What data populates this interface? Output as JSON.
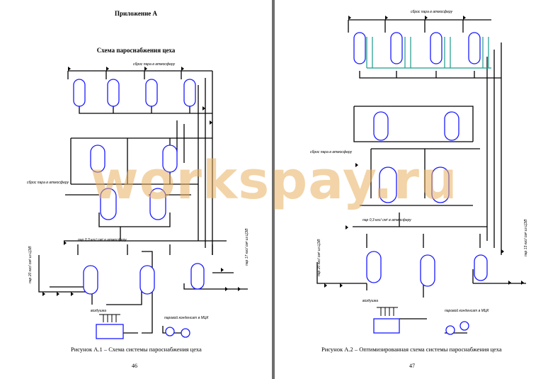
{
  "left_page": {
    "annex_title": "Приложение А",
    "schema_title": "Схема пароснабжения цеха",
    "label_steam_release_top": "сброс пара в атмосферу",
    "label_steam_release_side": "сброс пара в атмосферу",
    "label_steam_03": "пар 0,3 кгс/ см² в атмосферу",
    "label_steam_17": "пар 17 кгс/ см² из ЦЭВ",
    "label_steam_20": "пар 20 кгс/ см² из ЦЭВ",
    "label_air": "воздушка",
    "label_condensate": "паровой конденсат в МЦК",
    "caption": "Рисунок А.1 – Схема системы пароснабжения цеха",
    "page_number": "46"
  },
  "right_page": {
    "label_steam_release_top": "сброс пара в атмосферу",
    "label_steam_release_side": "сброс пара в атмосферу",
    "label_steam_03": "пар 0,3 кгс/ см² в атмосферу",
    "label_steam_20": "пар 20 кгс/ см² из ЦЭВ",
    "label_steam_13": "пар 13 кгс/ см² из ЦЭВ",
    "label_air": "воздушка",
    "label_condensate": "паровой конденсат в МЦК",
    "caption": "Рисунок А.2 – Оптимизированная схема системы пароснабжения цеха",
    "page_number": "47"
  },
  "watermark": "workspay.ru",
  "colors": {
    "line": "#000000",
    "vessel": "#1a1aff",
    "optimized": "#1a9a8a",
    "watermark": "#e8b060"
  }
}
